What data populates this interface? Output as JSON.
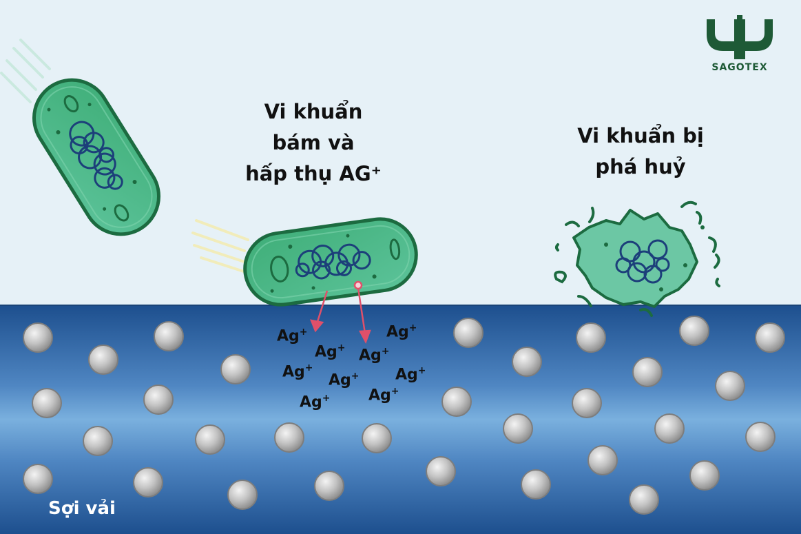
{
  "brand": {
    "name": "SAGOTEX",
    "color": "#1e5a36"
  },
  "captions": {
    "absorb": [
      "Vi khuẩn",
      "bám và",
      "hấp thụ AG⁺"
    ],
    "destroyed": [
      "Vi khuẩn bị",
      "phá huỷ"
    ]
  },
  "fiber_label": "Sợi vải",
  "ion_label": "Ag",
  "ion_charge": "+",
  "colors": {
    "background": "#e6f1f7",
    "fiber_dark": "#1d4f8e",
    "fiber_light": "#79aedd",
    "bacteria_fill": "#3aa874",
    "bacteria_outline": "#1c6b40",
    "dna": "#1c3f7a",
    "arrow": "#e0506a",
    "particle": "#bdbdbd"
  },
  "icons": [
    "bacterium-falling-icon",
    "bacterium-attached-icon",
    "bacterium-destroyed-icon",
    "silver-particle-icon",
    "arrow-icon",
    "sagotex-logo-icon"
  ]
}
